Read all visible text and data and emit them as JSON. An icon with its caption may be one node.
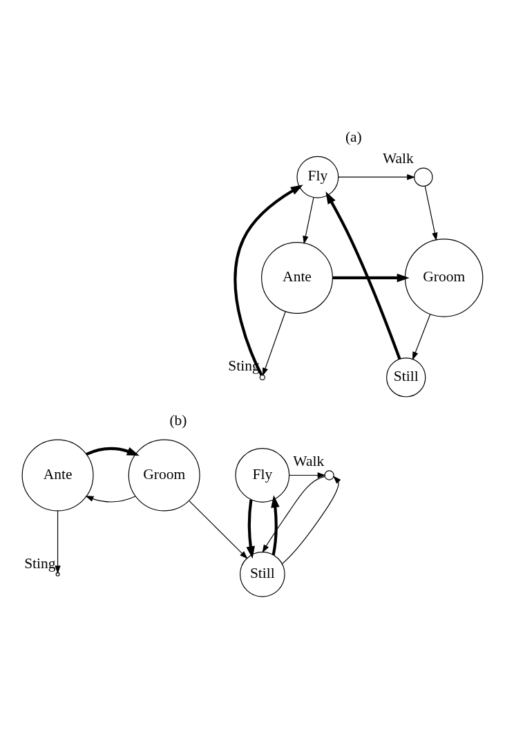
{
  "diagram": {
    "nodes": [
      {
        "text": [
          "Fly"
        ]
      },
      {
        "text": [],
        "shape": "circle",
        "beside": [
          "Walk"
        ]
      },
      {
        "text": [
          "Still"
        ]
      },
      {
        "text": [
          "Ante"
        ]
      },
      {
        "text": [
          "Groom"
        ]
      },
      {
        "text": [],
        "shape": "circle",
        "beside": [
          "Sting"
        ]
      },
      {
        "text": [
          "Fly"
        ]
      },
      {
        "text": [],
        "shape": "circle",
        "beside": [
          "Walk"
        ]
      },
      {
        "text": [
          "Still"
        ]
      },
      {
        "text": [
          "Ante"
        ]
      },
      {
        "text": [
          "Groom"
        ]
      },
      {
        "text": [],
        "shape": "circle",
        "beside": [
          "Sting"
        ]
      }
    ],
    "edges": [
      {
        "from": 0,
        "to": 1,
        "arrow": "to"
      },
      {
        "from": 1,
        "to": 4,
        "arrow": "to"
      },
      {
        "from": 2,
        "to": 0,
        "arrow": "to",
        "style": "thick"
      },
      {
        "from": 4,
        "to": 2,
        "arrow": "to"
      },
      {
        "from": 0,
        "to": 3,
        "arrow": "to"
      },
      {
        "from": 3,
        "to": 5,
        "arrow": "to"
      },
      {
        "from": 5,
        "to": 0,
        "arrow": "to",
        "style": "thick"
      },
      {
        "from": 3,
        "to": 4,
        "arrow": "to",
        "style": "thick"
      },
      {
        "from": 6,
        "to": 7,
        "arrow": "to"
      },
      {
        "from": 6,
        "to": 8,
        "arrow": "to",
        "style": "thick"
      },
      {
        "from": 8,
        "to": 6,
        "arrow": "to",
        "style": "thick"
      },
      {
        "from": 7,
        "to": 8,
        "arrow": "to"
      },
      {
        "from": 8,
        "to": 7,
        "arrow": "to"
      },
      {
        "from": 10,
        "to": 8,
        "arrow": "to"
      },
      {
        "from": 10,
        "to": 9,
        "arrow": "to"
      },
      {
        "from": 9,
        "to": 10,
        "arrow": "to",
        "style": "thick"
      },
      {
        "from": 9,
        "to": 11,
        "arrow": "to"
      }
    ],
    "labels": [
      "(a)",
      "(b)"
    ]
  }
}
